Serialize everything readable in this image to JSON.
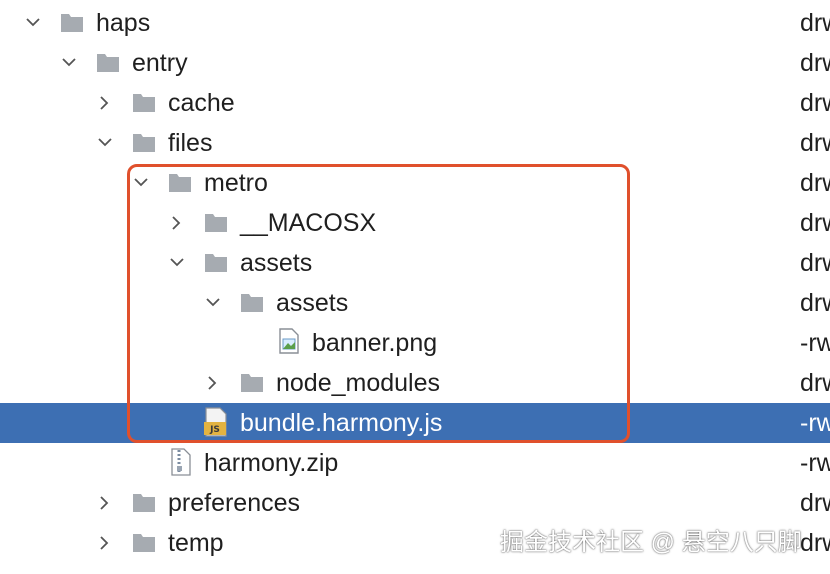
{
  "colors": {
    "selection_bg": "#3d6fb3",
    "highlight_border": "#e0502c",
    "folder_icon": "#a6abb1"
  },
  "tree": {
    "rows": [
      {
        "name": "haps",
        "icon": "folder-icon",
        "expanded": true,
        "perm": "drw"
      },
      {
        "name": "entry",
        "icon": "folder-icon",
        "expanded": true,
        "perm": "drw"
      },
      {
        "name": "cache",
        "icon": "folder-icon",
        "expanded": false,
        "perm": "drw"
      },
      {
        "name": "files",
        "icon": "folder-icon",
        "expanded": true,
        "perm": "drw"
      },
      {
        "name": "metro",
        "icon": "folder-icon",
        "expanded": true,
        "perm": "drw"
      },
      {
        "name": "__MACOSX",
        "icon": "folder-icon",
        "expanded": false,
        "perm": "drw"
      },
      {
        "name": "assets",
        "icon": "folder-icon",
        "expanded": true,
        "perm": "drw"
      },
      {
        "name": "assets",
        "icon": "folder-icon",
        "expanded": true,
        "perm": "drw"
      },
      {
        "name": "banner.png",
        "icon": "image-file-icon",
        "perm": "-rw"
      },
      {
        "name": "node_modules",
        "icon": "folder-icon",
        "expanded": false,
        "perm": "drw"
      },
      {
        "name": "bundle.harmony.js",
        "icon": "js-file-icon",
        "selected": true,
        "perm": "-rw"
      },
      {
        "name": "harmony.zip",
        "icon": "zip-file-icon",
        "perm": "-rw"
      },
      {
        "name": "preferences",
        "icon": "folder-icon",
        "expanded": false,
        "perm": "drw"
      },
      {
        "name": "temp",
        "icon": "folder-icon",
        "expanded": false,
        "perm": "drw"
      }
    ]
  },
  "watermark": "掘金技术社区 @ 悬空八只脚"
}
